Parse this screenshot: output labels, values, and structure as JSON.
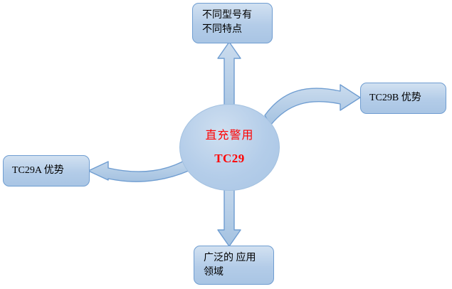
{
  "diagram": {
    "center": {
      "title": "直充警用",
      "subtitle": "TC29"
    },
    "nodes": {
      "top": {
        "line1": "不同型号有",
        "line2": "不同特点"
      },
      "right": {
        "label": "TC29B 优势"
      },
      "left": {
        "label": "TC29A 优势"
      },
      "bottom": {
        "line1": "广泛的 应用",
        "line2": "领域"
      }
    },
    "colors": {
      "node_fill": "#b3cce8",
      "node_border": "#6f9dd1",
      "arrow_fill": "#b3cce8",
      "arrow_border": "#6f9dd1",
      "center_text": "#ff0000",
      "node_text": "#000000",
      "background": "#ffffff"
    }
  }
}
